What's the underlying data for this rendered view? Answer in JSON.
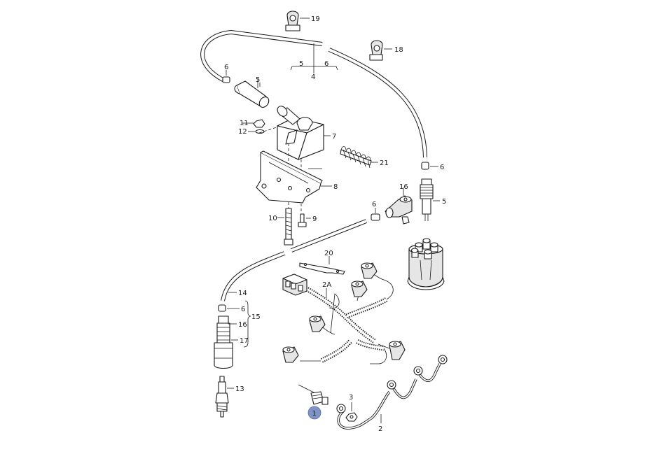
{
  "diagram": {
    "highlight_color": "#7f93c5",
    "callouts": {
      "c1": "1",
      "c2": "2",
      "c2a": "2A",
      "c3": "3",
      "c4": "4",
      "c5a": "5",
      "c5b": "5",
      "c5c": "5",
      "c6a": "6",
      "c6b": "6",
      "c6c": "6",
      "c6d": "6",
      "c6e": "6",
      "c7": "7",
      "c8": "8",
      "c9": "9",
      "c10": "10",
      "c11": "11",
      "c12": "12",
      "c13": "13",
      "c14": "14",
      "c15": "15",
      "c16a": "16",
      "c16b": "16",
      "c17": "17",
      "c18": "18",
      "c19": "19",
      "c20": "20",
      "c21": "21"
    }
  }
}
